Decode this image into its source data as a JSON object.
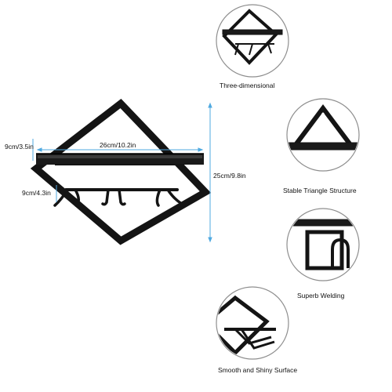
{
  "dimensions": {
    "shelf_depth": "9cm/3.5in",
    "shelf_width": "26cm/10.2in",
    "total_height": "25cm/9.8in",
    "hook_depth": "9cm/4.3in"
  },
  "features": [
    {
      "label": "Three-dimensional",
      "icon": "shelf-3d-detail-photo"
    },
    {
      "label": "Stable Triangle Structure",
      "icon": "triangle-corner-detail-photo"
    },
    {
      "label": "Superb Welding",
      "icon": "welding-detail-photo"
    },
    {
      "label": "Smooth and Shiny Surface",
      "icon": "hook-surface-detail-photo"
    }
  ],
  "colors": {
    "metal": "#141414",
    "dimension_line": "#4fa9e0",
    "circle_border": "#8e8e8e"
  }
}
